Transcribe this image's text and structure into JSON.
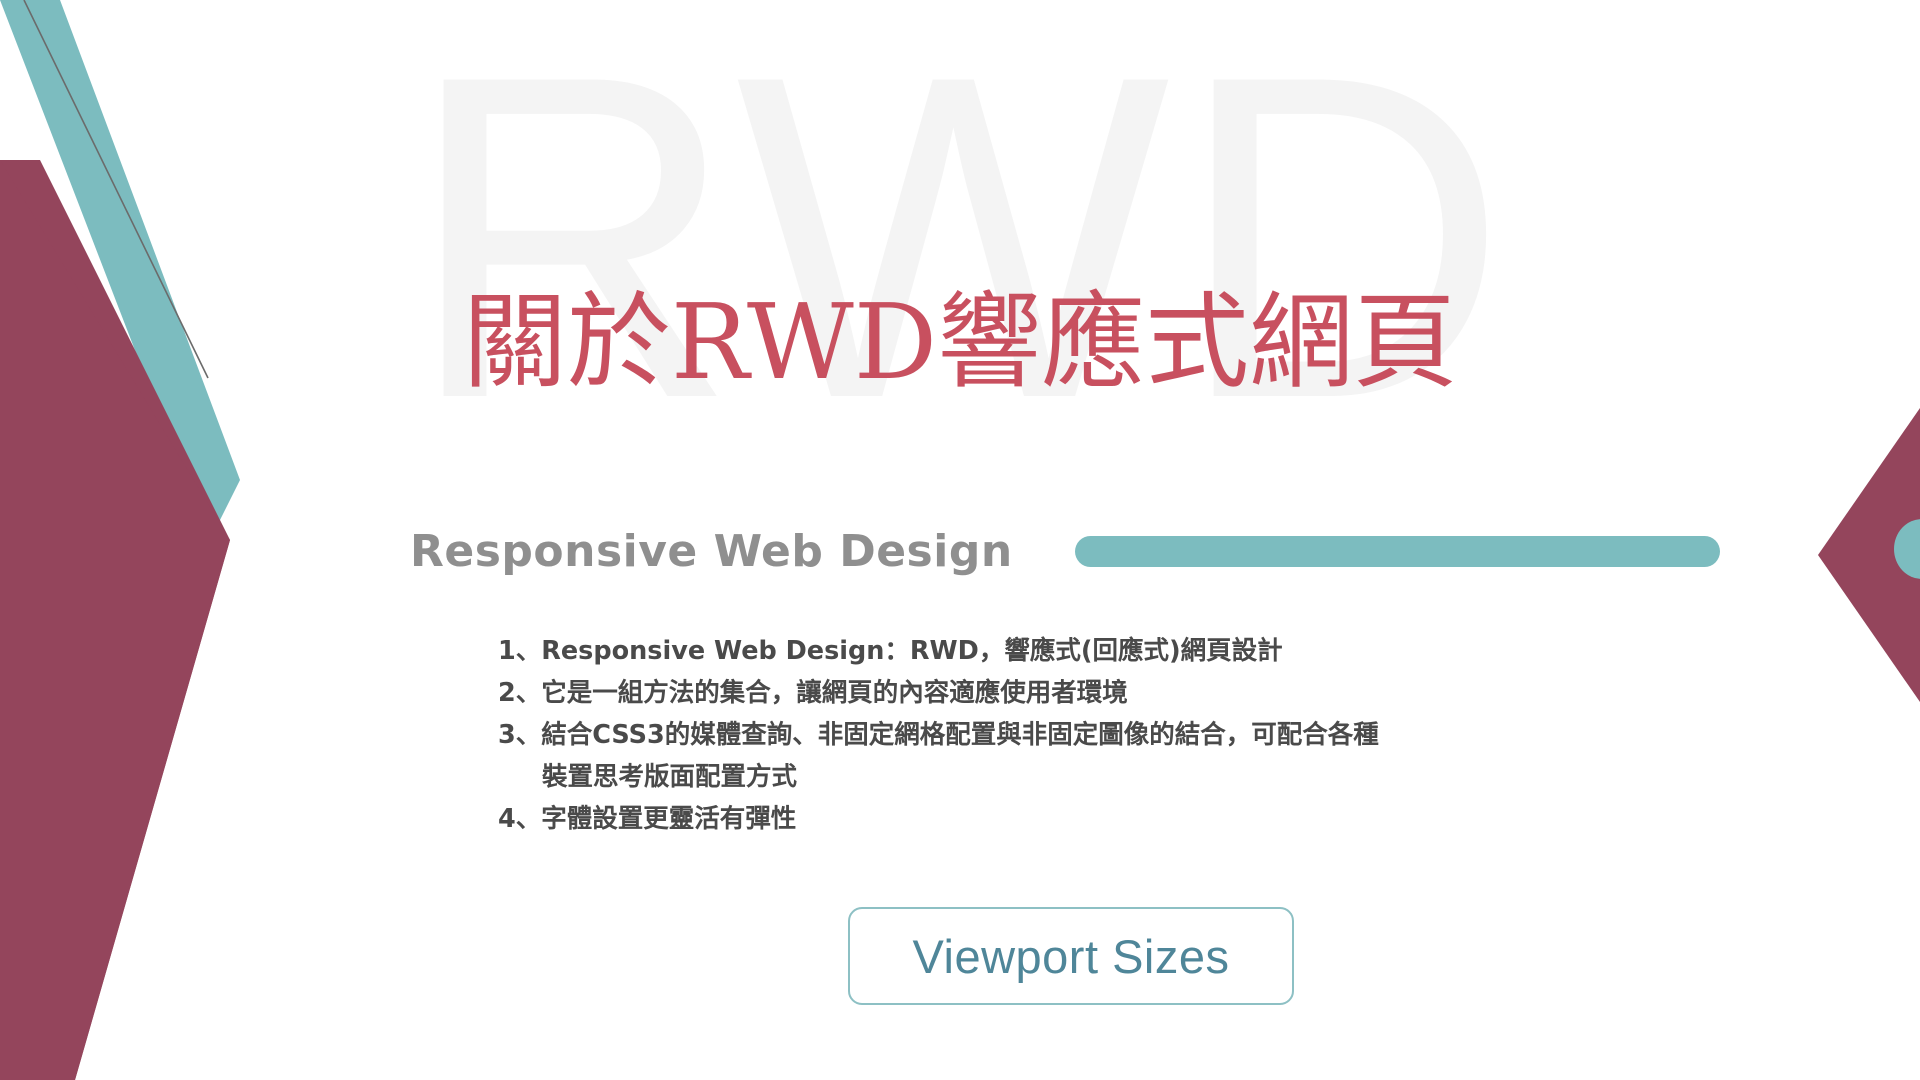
{
  "slide": {
    "watermark_text": "RWD",
    "title": "關於RWD響應式網頁",
    "subtitle": "Responsive Web Design",
    "bullets": [
      "1、Responsive Web Design：RWD，響應式(回應式)網頁設計",
      "2、它是一組方法的集合，讓網頁的內容適應使用者環境",
      "3、結合CSS3的媒體查詢、非固定網格配置與非固定圖像的結合，可配合各種",
      "裝置思考版面配置方式",
      "4、字體設置更靈活有彈性"
    ],
    "button_label": "Viewport Sizes"
  },
  "colors": {
    "maroon": "#94455c",
    "teal": "#7cbcbf",
    "title_red": "#c8505f",
    "subtitle_grey": "#8f8f8f",
    "body_grey": "#4a4a4a",
    "button_text": "#4f8699",
    "button_border": "#8dc0c4",
    "watermark_grey": "#f4f4f4",
    "background": "#ffffff",
    "hairline": "#6b6b6b"
  }
}
